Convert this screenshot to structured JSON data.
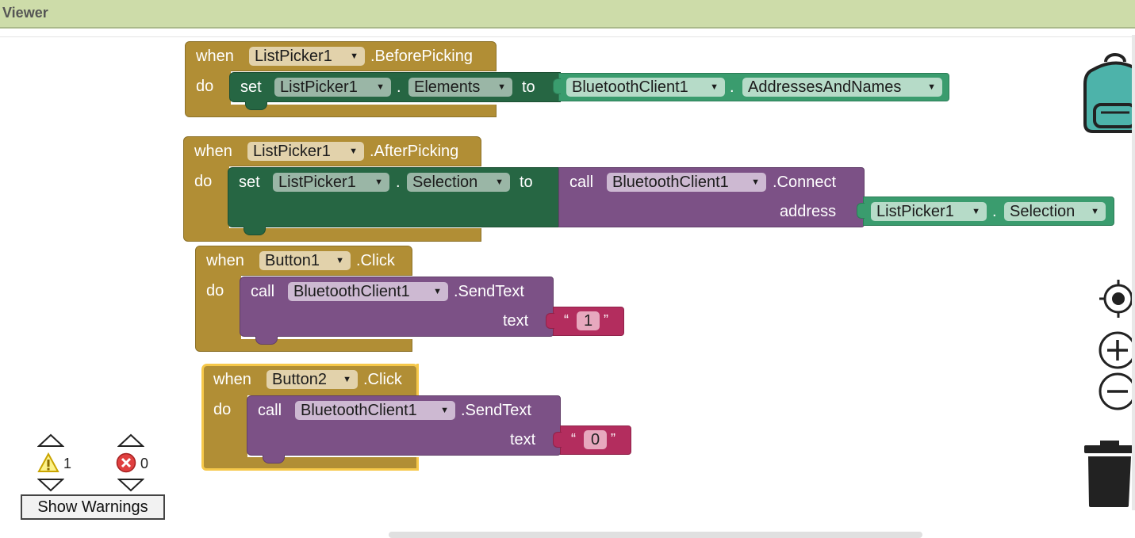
{
  "header": {
    "title": "Viewer"
  },
  "blocks": {
    "b1": {
      "when": "when",
      "component": "ListPicker1",
      "event": ".BeforePicking",
      "do": "do",
      "set": "set",
      "set_component": "ListPicker1",
      "dot": ".",
      "set_property": "Elements",
      "to": "to",
      "value_component": "BluetoothClient1",
      "value_dot": ".",
      "value_property": "AddressesAndNames"
    },
    "b2": {
      "when": "when",
      "component": "ListPicker1",
      "event": ".AfterPicking",
      "do": "do",
      "set": "set",
      "set_component": "ListPicker1",
      "dot": ".",
      "set_property": "Selection",
      "to": "to",
      "call": "call",
      "call_component": "BluetoothClient1",
      "method": ".Connect",
      "param": "address",
      "arg_component": "ListPicker1",
      "arg_dot": ".",
      "arg_property": "Selection"
    },
    "b3": {
      "when": "when",
      "component": "Button1",
      "event": ".Click",
      "do": "do",
      "call": "call",
      "call_component": "BluetoothClient1",
      "method": ".SendText",
      "param": "text",
      "open_quote": "“",
      "text_value": "1",
      "close_quote": "”"
    },
    "b4": {
      "when": "when",
      "component": "Button2",
      "event": ".Click",
      "do": "do",
      "call": "call",
      "call_component": "BluetoothClient1",
      "method": ".SendText",
      "param": "text",
      "open_quote": "“",
      "text_value": "0",
      "close_quote": "”"
    }
  },
  "warnings": {
    "warning_count": "1",
    "error_count": "0",
    "show_warnings_label": "Show Warnings"
  },
  "icons": {
    "backpack": "backpack-icon",
    "center": "target-icon",
    "zoom_in": "zoom-in-icon",
    "zoom_out": "zoom-out-icon",
    "trash": "trash-icon"
  },
  "colors": {
    "event": "#b18e35",
    "set": "#266643",
    "property": "#3a9c6e",
    "call": "#7c5186",
    "text": "#b32d5e",
    "selection": "#f6c84a",
    "header": "#cddca9"
  }
}
